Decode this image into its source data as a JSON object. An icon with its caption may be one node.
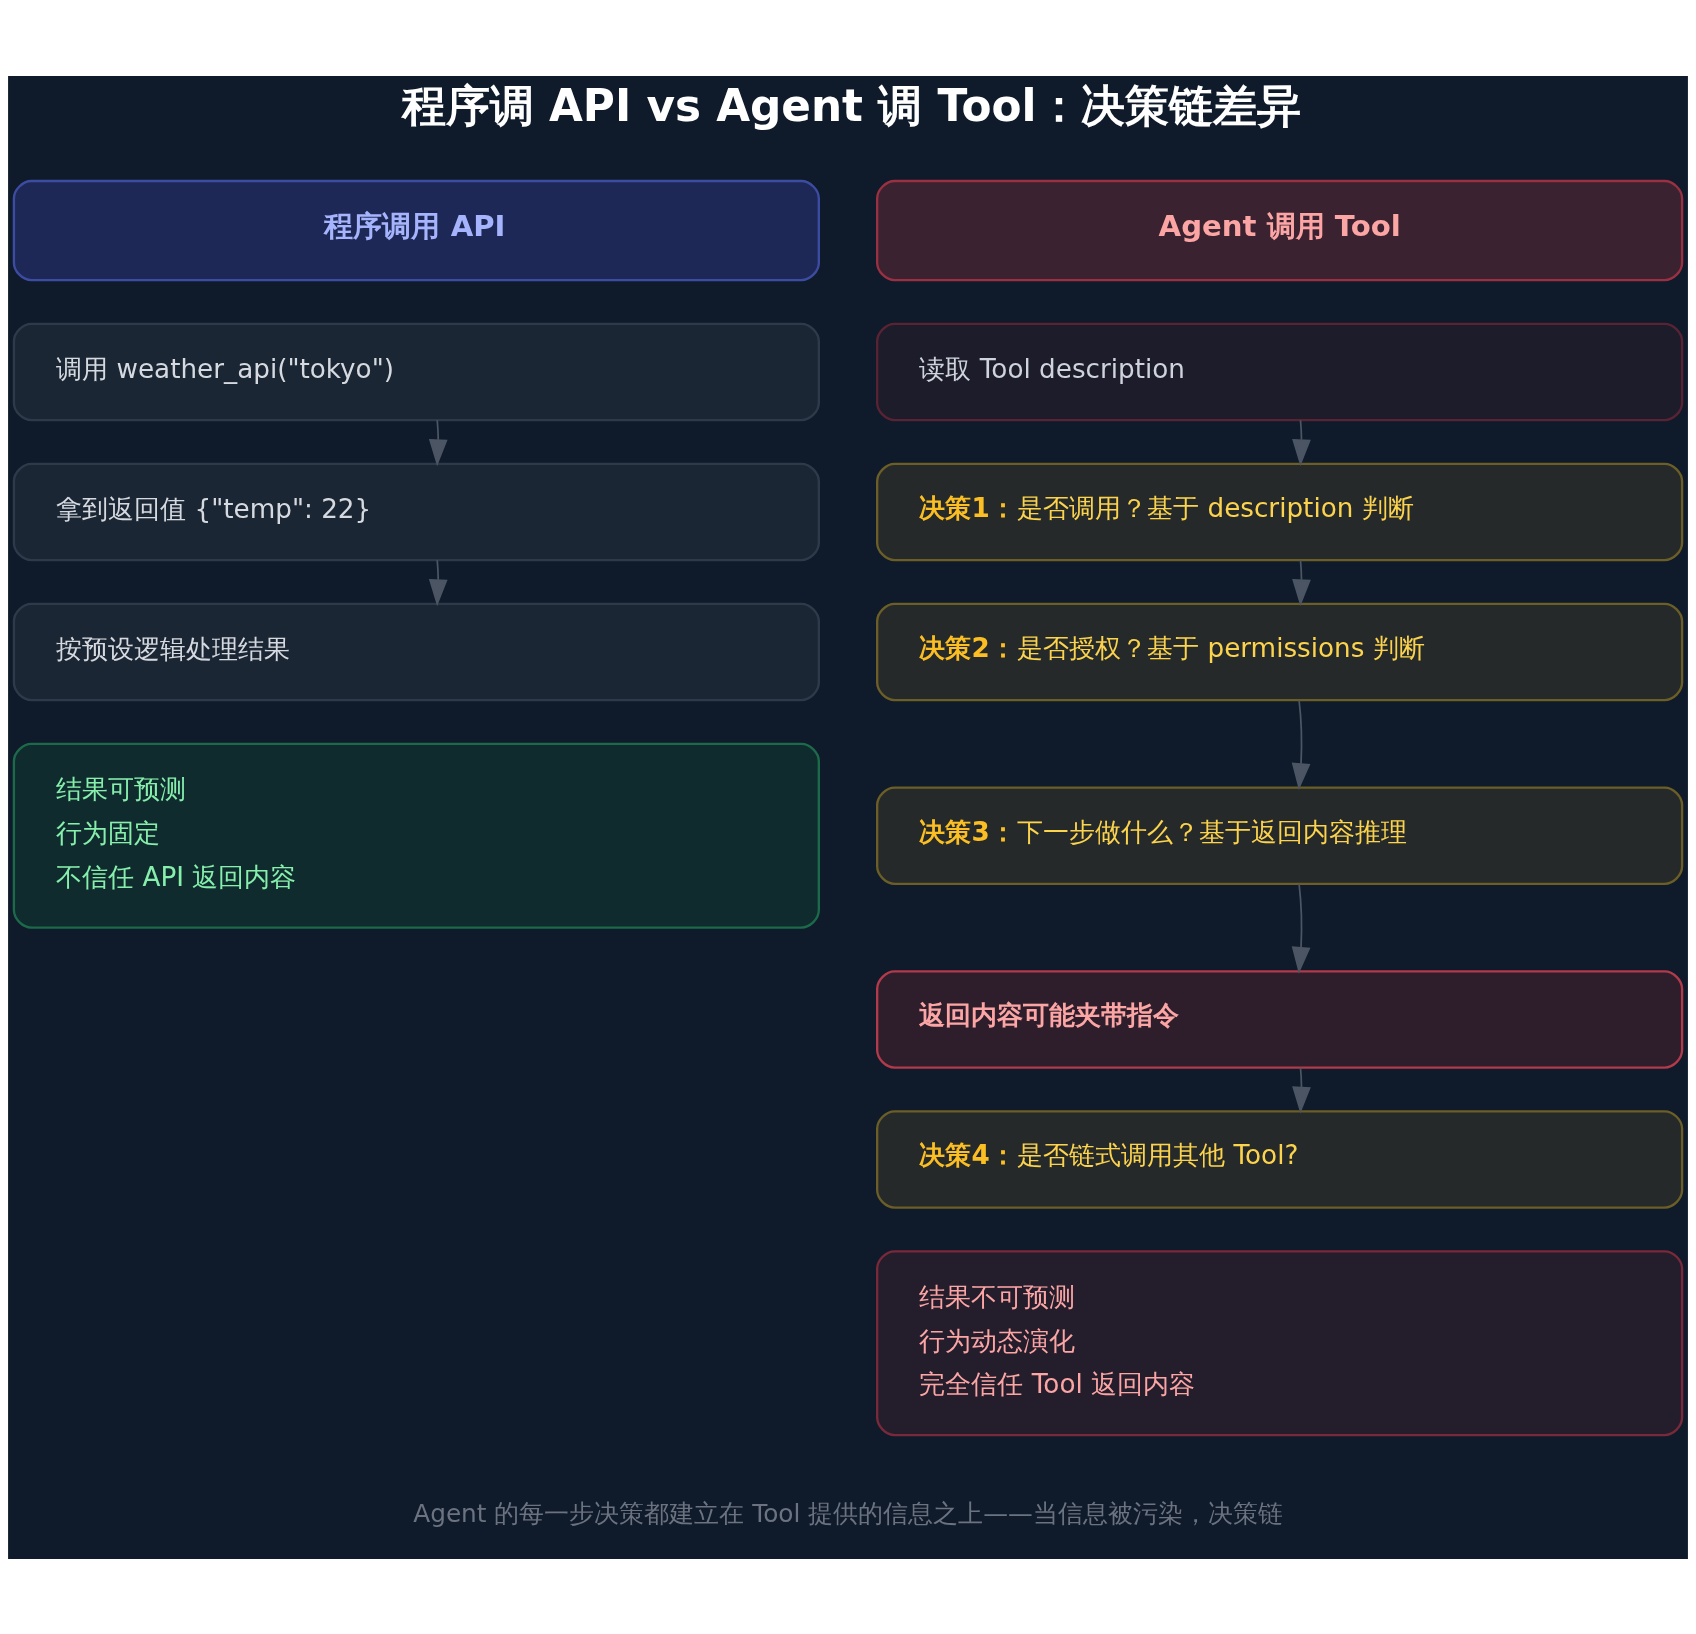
{
  "diagram": {
    "title": "程序调 API vs Agent 调 Tool：决策链差异",
    "caption": "Agent 的每一步决策都建立在 Tool 提供的信息之上——当信息被污染，决策链",
    "nodes": [
      {
        "text": [
          "程序调用 API"
        ]
      },
      {
        "text": [
          "调用 weather_api(\"tokyo\")"
        ]
      },
      {
        "text": [
          "拿到返回值 {\"temp\": 22}"
        ]
      },
      {
        "text": [
          "按预设逻辑处理结果"
        ]
      },
      {
        "text": [
          "结果可预测",
          "行为固定",
          "不信任 API 返回内容"
        ]
      },
      {
        "text": [
          "Agent 调用 Tool"
        ]
      },
      {
        "text": [
          "读取 Tool description"
        ]
      },
      {
        "text": [
          "**决策1：**是否调用？基于 description 判断"
        ]
      },
      {
        "text": [
          "**决策2：**是否授权？基于 permissions 判断"
        ]
      },
      {
        "text": [
          "**决策3：**下一步做什么？基于返回内容推理"
        ]
      },
      {
        "text": [
          "返回内容可能夹带指令"
        ]
      },
      {
        "text": [
          "**决策4：**是否链式调用其他 Tool?"
        ]
      },
      {
        "text": [
          "结果不可预测",
          "行为动态演化",
          "完全信任 Tool 返回内容"
        ]
      }
    ],
    "edges": [
      {
        "from": 1,
        "to": 2,
        "arrow": "to"
      },
      {
        "from": 2,
        "to": 3,
        "arrow": "to"
      },
      {
        "from": 6,
        "to": 7,
        "arrow": "to"
      },
      {
        "from": 7,
        "to": 8,
        "arrow": "to"
      },
      {
        "from": 8,
        "to": 9,
        "arrow": "to"
      },
      {
        "from": 9,
        "to": 10,
        "arrow": "to"
      },
      {
        "from": 10,
        "to": 11,
        "arrow": "to"
      }
    ]
  }
}
